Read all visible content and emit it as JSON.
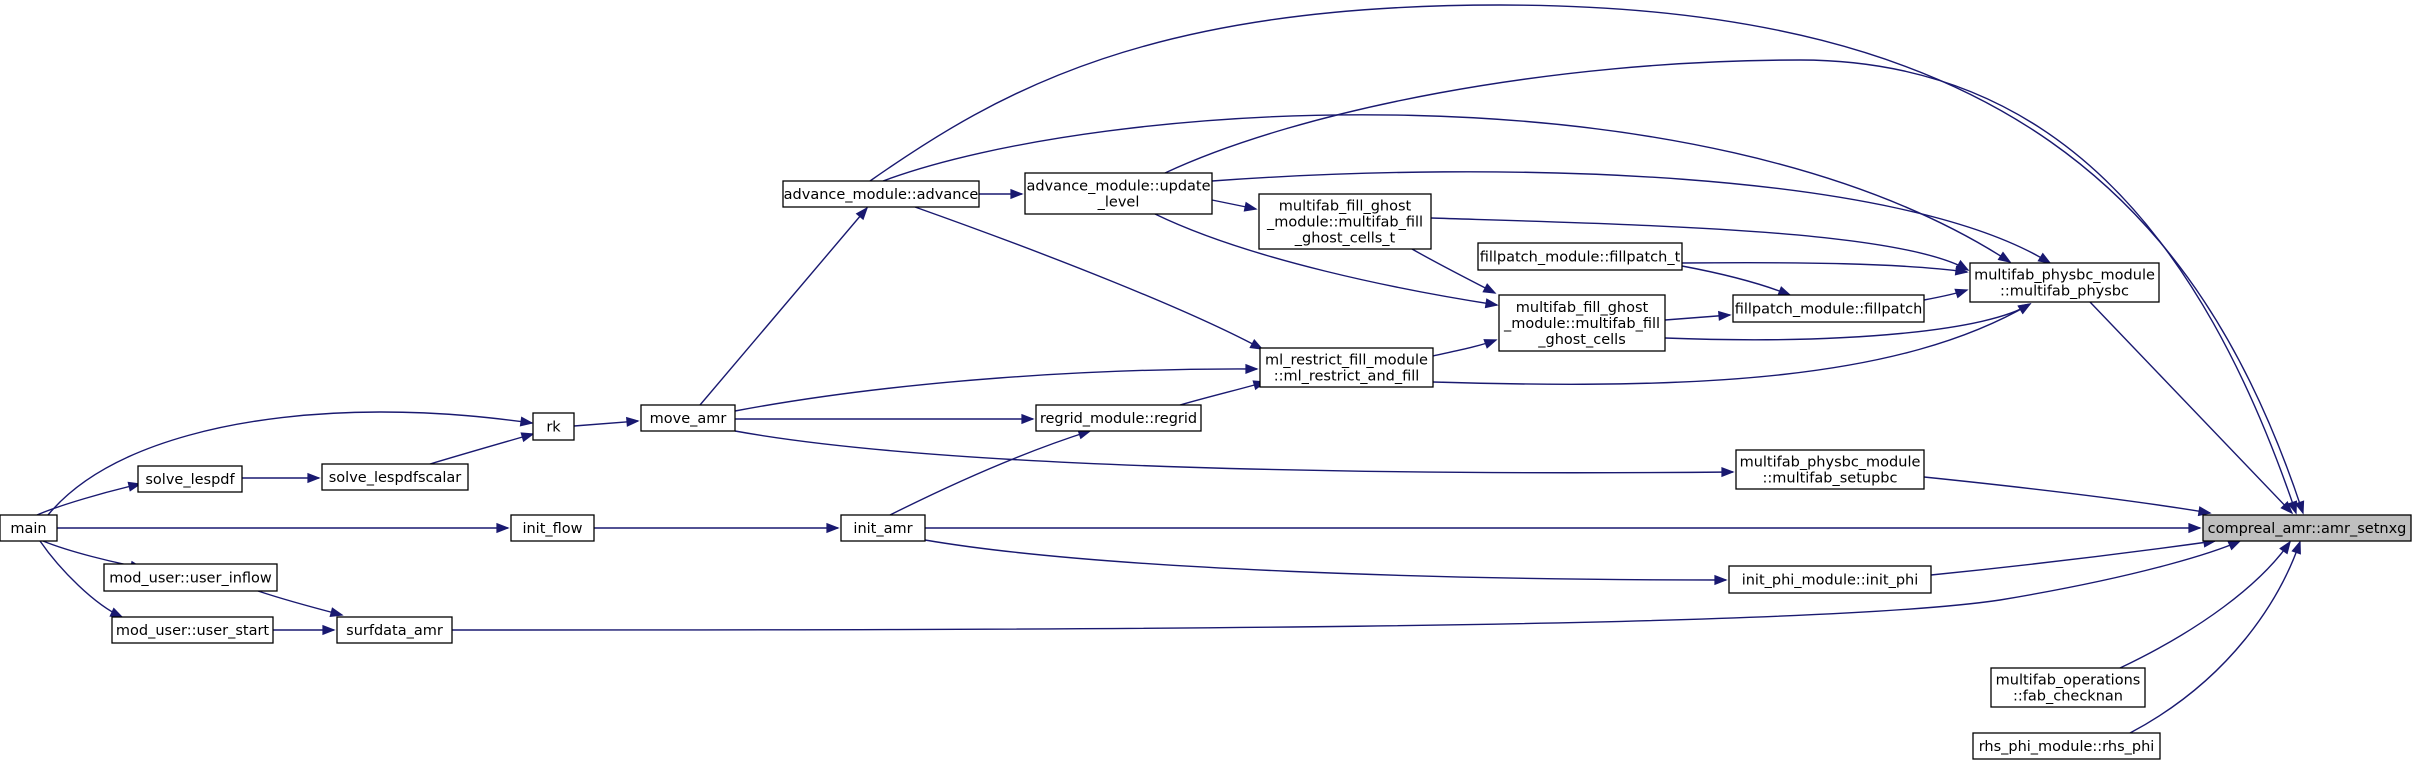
{
  "diagram": {
    "type": "caller-graph",
    "target": "compreal_amr::amr_setnxg",
    "nodes": {
      "main": [
        "main"
      ],
      "solve_lespdf": [
        "solve_lespdf"
      ],
      "mod_user_inflow": [
        "mod_user::user_inflow"
      ],
      "mod_user_start": [
        "mod_user::user_start"
      ],
      "rk": [
        "rk"
      ],
      "solve_lespdfscalar": [
        "solve_lespdfscalar"
      ],
      "init_flow": [
        "init_flow"
      ],
      "surfdata_amr": [
        "surfdata_amr"
      ],
      "move_amr": [
        "move_amr"
      ],
      "advance": [
        "advance_module::advance"
      ],
      "init_amr": [
        "init_amr"
      ],
      "regrid": [
        "regrid_module::regrid"
      ],
      "update_level": [
        "advance_module::update",
        "_level"
      ],
      "mf_ghost_t": [
        "multifab_fill_ghost",
        "_module::multifab_fill",
        "_ghost_cells_t"
      ],
      "ml_restrict": [
        "ml_restrict_fill_module",
        "::ml_restrict_and_fill"
      ],
      "fillpatch_t": [
        "fillpatch_module::fillpatch_t"
      ],
      "mf_ghost": [
        "multifab_fill_ghost",
        "_module::multifab_fill",
        "_ghost_cells"
      ],
      "fillpatch": [
        "fillpatch_module::fillpatch"
      ],
      "physbc": [
        "multifab_physbc_module",
        "::multifab_physbc"
      ],
      "setupbc": [
        "multifab_physbc_module",
        "::multifab_setupbc"
      ],
      "init_phi": [
        "init_phi_module::init_phi"
      ],
      "fab_checknan": [
        "multifab_operations",
        "::fab_checknan"
      ],
      "rhs_phi": [
        "rhs_phi_module::rhs_phi"
      ],
      "amr_setnxg": [
        "compreal_amr::amr_setnxg"
      ]
    },
    "edges": [
      [
        "main",
        "solve_lespdf"
      ],
      [
        "main",
        "mod_user_inflow"
      ],
      [
        "main",
        "mod_user_start"
      ],
      [
        "main",
        "rk"
      ],
      [
        "main",
        "init_flow"
      ],
      [
        "solve_lespdf",
        "solve_lespdfscalar"
      ],
      [
        "solve_lespdfscalar",
        "rk"
      ],
      [
        "rk",
        "move_amr"
      ],
      [
        "init_flow",
        "init_amr"
      ],
      [
        "mod_user_inflow",
        "surfdata_amr"
      ],
      [
        "mod_user_start",
        "surfdata_amr"
      ],
      [
        "move_amr",
        "advance"
      ],
      [
        "move_amr",
        "regrid"
      ],
      [
        "move_amr",
        "ml_restrict"
      ],
      [
        "move_amr",
        "setupbc"
      ],
      [
        "init_amr",
        "regrid"
      ],
      [
        "init_amr",
        "init_phi"
      ],
      [
        "init_amr",
        "amr_setnxg"
      ],
      [
        "advance",
        "update_level"
      ],
      [
        "advance",
        "ml_restrict"
      ],
      [
        "advance",
        "physbc"
      ],
      [
        "advance",
        "amr_setnxg"
      ],
      [
        "regrid",
        "ml_restrict"
      ],
      [
        "update_level",
        "mf_ghost_t"
      ],
      [
        "update_level",
        "mf_ghost"
      ],
      [
        "update_level",
        "physbc"
      ],
      [
        "update_level",
        "amr_setnxg"
      ],
      [
        "ml_restrict",
        "mf_ghost"
      ],
      [
        "ml_restrict",
        "physbc"
      ],
      [
        "mf_ghost_t",
        "mf_ghost"
      ],
      [
        "mf_ghost_t",
        "physbc"
      ],
      [
        "mf_ghost",
        "fillpatch"
      ],
      [
        "mf_ghost",
        "physbc"
      ],
      [
        "fillpatch_t",
        "fillpatch"
      ],
      [
        "fillpatch_t",
        "physbc"
      ],
      [
        "fillpatch",
        "physbc"
      ],
      [
        "physbc",
        "amr_setnxg"
      ],
      [
        "setupbc",
        "amr_setnxg"
      ],
      [
        "init_phi",
        "amr_setnxg"
      ],
      [
        "surfdata_amr",
        "amr_setnxg"
      ],
      [
        "fab_checknan",
        "amr_setnxg"
      ],
      [
        "rhs_phi",
        "amr_setnxg"
      ]
    ]
  }
}
